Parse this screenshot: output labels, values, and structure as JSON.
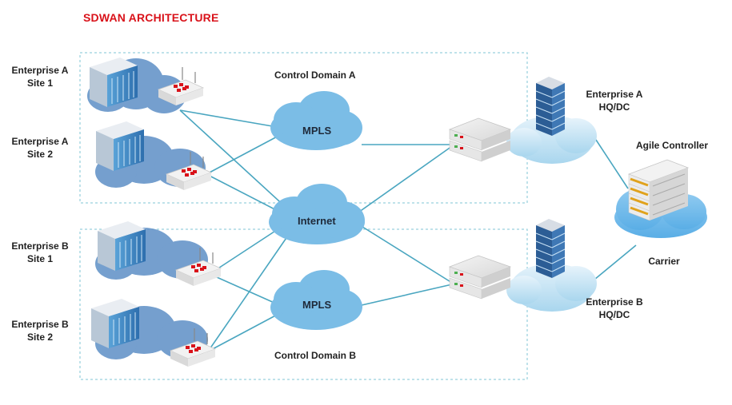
{
  "title": "SDWAN ARCHITECTURE",
  "domains": {
    "a_label": "Control Domain A",
    "b_label": "Control Domain B"
  },
  "clouds": {
    "mpls_top": "MPLS",
    "internet": "Internet",
    "mpls_bottom": "MPLS"
  },
  "sites": [
    {
      "name": "Enterprise A",
      "site": "Site 1"
    },
    {
      "name": "Enterprise A",
      "site": "Site 2"
    },
    {
      "name": "Enterprise B",
      "site": "Site 1"
    },
    {
      "name": "Enterprise B",
      "site": "Site 2"
    }
  ],
  "hq": [
    {
      "name": "Enterprise A",
      "sub": "HQ/DC"
    },
    {
      "name": "Enterprise B",
      "sub": "HQ/DC"
    }
  ],
  "controller": {
    "label": "Agile Controller",
    "carrier": "Carrier"
  },
  "colors": {
    "title": "#d9121a",
    "link": "#4aa6c0",
    "cloud_blue": "#7bbde6",
    "cloud_small": "#9bbfe0",
    "dashed_border": "#7fc4d4"
  }
}
